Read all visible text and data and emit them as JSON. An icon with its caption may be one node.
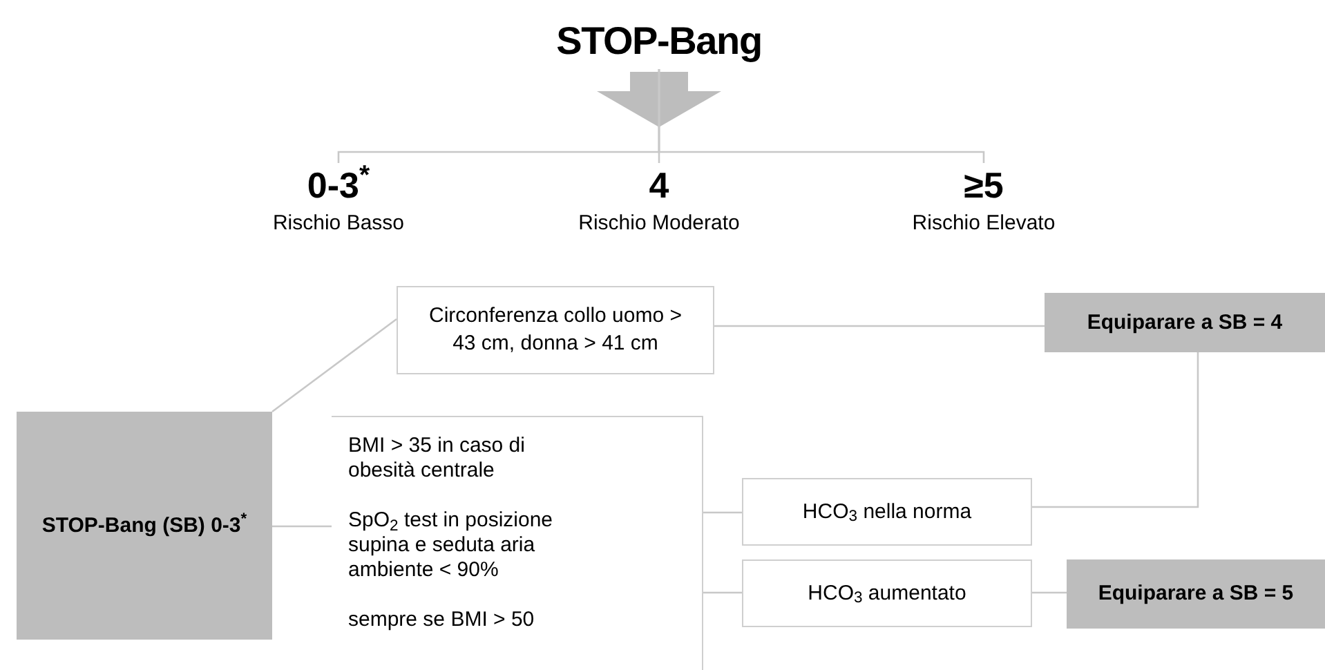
{
  "diagram": {
    "nodes": [
      {
        "text": [
          "STOP-Bang"
        ]
      },
      {
        "text": [
          "0-3$^{*}$",
          "Rischio Basso"
        ]
      },
      {
        "text": [
          "4",
          "Rischio Moderato"
        ]
      },
      {
        "text": [
          "≥5",
          "Rischio Elevato"
        ]
      },
      {
        "text": [
          "STOP-Bang (SB) 0-3$^{*}$"
        ]
      },
      {
        "text": [
          "Circonferenza collo uomo > 43 cm, donna > 41 cm"
        ]
      },
      {
        "text": [
          "BMI > 35 in caso di obesità centrale",
          "SpO$_{2}$ test in posizione supina e seduta aria ambiente < 90%",
          "sempre se BMI > 50"
        ]
      },
      {
        "text": [
          "HCO$_{3}$ nella norma"
        ]
      },
      {
        "text": [
          "HCO$_{3}$ aumentato"
        ]
      },
      {
        "text": [
          "Equiparare a SB = 4"
        ]
      },
      {
        "text": [
          "Equiparare a SB = 5"
        ]
      }
    ],
    "edges": [
      {
        "from": 0,
        "to": 1,
        "arrow": "none"
      },
      {
        "from": 0,
        "to": 2,
        "arrow": "none"
      },
      {
        "from": 0,
        "to": 3,
        "arrow": "none"
      },
      {
        "from": 4,
        "to": 5,
        "arrow": "none"
      },
      {
        "from": 4,
        "to": 6,
        "arrow": "none"
      },
      {
        "from": 5,
        "to": 9,
        "arrow": "none"
      },
      {
        "from": 6,
        "to": 7,
        "arrow": "none"
      },
      {
        "from": 6,
        "to": 8,
        "arrow": "none"
      },
      {
        "from": 7,
        "to": 9,
        "arrow": "none"
      },
      {
        "from": 8,
        "to": 10,
        "arrow": "none"
      }
    ]
  }
}
